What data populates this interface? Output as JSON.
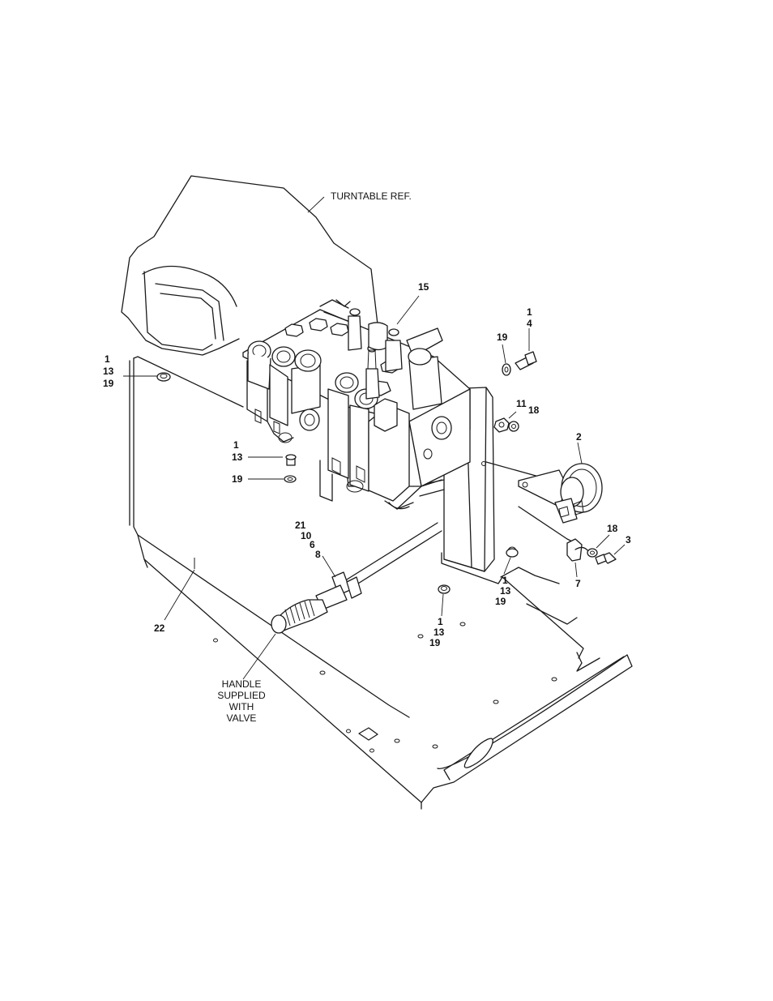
{
  "diagram": {
    "notes": {
      "turntable_ref": "TURNTABLE REF.",
      "handle": [
        "HANDLE",
        "SUPPLIED",
        "WITH",
        "VALVE"
      ]
    },
    "callouts": {
      "c15": "15",
      "c1_4": [
        "1",
        "4"
      ],
      "c19_top": "19",
      "c11": "11",
      "c18_top": "18",
      "c2": "2",
      "c1_13_19_left": [
        "1",
        "13",
        "19"
      ],
      "c1_13_mid": [
        "1",
        "13"
      ],
      "c19_mid": "19",
      "c21_10_6_8": [
        "21",
        "10",
        "6",
        "8"
      ],
      "c18_low": "18",
      "c3": "3",
      "c7": "7",
      "c1_13_19_right": [
        "1",
        "13",
        "19"
      ],
      "c1_13_19_bottom": [
        "1",
        "13",
        "19"
      ],
      "c22": "22"
    }
  }
}
